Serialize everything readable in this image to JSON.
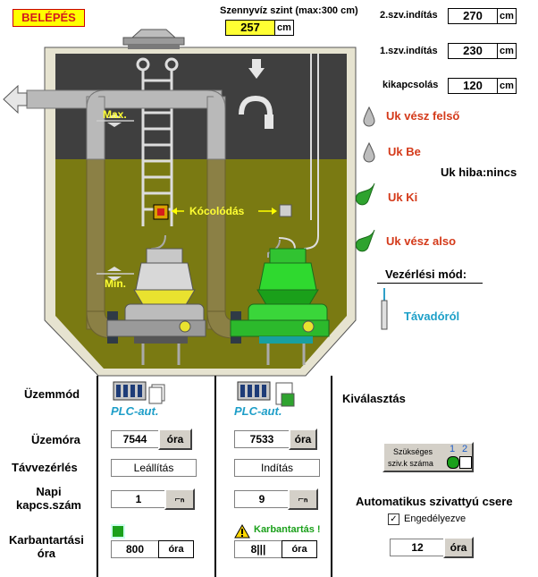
{
  "header": {
    "login_button": "BELÉPÉS",
    "level_label": "Szennyvíz szint (max:300 cm)",
    "level_value": "257",
    "level_unit": "cm"
  },
  "settings": [
    {
      "label": "2.szv.indítás",
      "value": "270",
      "unit": "cm"
    },
    {
      "label": "1.szv.indítás",
      "value": "230",
      "unit": "cm"
    },
    {
      "label": "kikapcsolás",
      "value": "120",
      "unit": "cm"
    }
  ],
  "sensors": {
    "alarm_high": "Uk vész felső",
    "on": "Uk Be",
    "off": "Uk Ki",
    "alarm_low": "Uk vész also",
    "fault": "Uk hiba:nincs"
  },
  "tank": {
    "max_label": "Max.",
    "min_label": "Min.",
    "mixing_label": "Kócolódás",
    "colors": {
      "water": "#7a7a12",
      "air": "#3f3f3f",
      "wall": "#e6e3d0"
    }
  },
  "control_mode": {
    "title": "Vezérlési mód:",
    "value": "Távadóról"
  },
  "bottom": {
    "rows": {
      "mode": "Üzemmód",
      "hours": "Üzemóra",
      "remote": "Távvezérlés",
      "daily": "Napi\nkapcs.szám",
      "maint": "Karbantartási\nóra"
    },
    "pump1": {
      "mode": "PLC-aut.",
      "hours": "7544",
      "hours_unit": "óra",
      "remote": "Leállítás",
      "daily": "1",
      "maint": "800",
      "maint_unit": "óra"
    },
    "pump2": {
      "mode": "PLC-aut.",
      "hours": "7533",
      "hours_unit": "óra",
      "remote": "Indítás",
      "daily": "9",
      "maint": "8|||",
      "maint_unit": "óra",
      "warning": "Karbantartás !"
    },
    "selection": "Kiválasztás",
    "required": {
      "label1": "Szükséges",
      "label2": "sziv.k száma",
      "n1": "1",
      "n2": "2"
    },
    "auto": {
      "title": "Automatikus szivattyú csere",
      "enabled": "Engedélyezve",
      "value": "12",
      "unit": "óra"
    }
  }
}
